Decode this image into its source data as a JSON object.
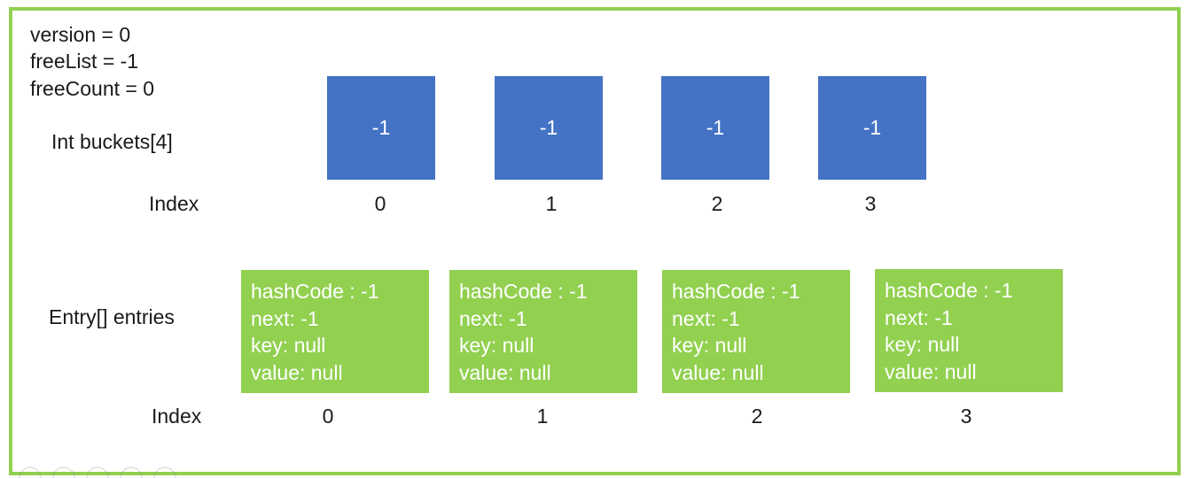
{
  "state": {
    "version": "version = 0",
    "freeList": "freeList = -1",
    "freeCount": "freeCount = 0"
  },
  "buckets": {
    "label": "Int buckets[4]",
    "index_label": "Index",
    "values": [
      "-1",
      "-1",
      "-1",
      "-1"
    ],
    "indices": [
      "0",
      "1",
      "2",
      "3"
    ],
    "color": "#4472c4"
  },
  "entries": {
    "label": "Entry[] entries",
    "index_label": "Index",
    "items": [
      {
        "hashCode": "hashCode : -1",
        "next": "next: -1",
        "key": "key: null",
        "value": "value: null"
      },
      {
        "hashCode": "hashCode : -1",
        "next": "next: -1",
        "key": "key: null",
        "value": "value: null"
      },
      {
        "hashCode": "hashCode : -1",
        "next": "next: -1",
        "key": "key: null",
        "value": "value: null"
      },
      {
        "hashCode": "hashCode : -1",
        "next": "next: -1",
        "key": "key: null",
        "value": "value: null"
      }
    ],
    "indices": [
      "0",
      "1",
      "2",
      "3"
    ],
    "color": "#92d050"
  },
  "frame_color": "#92d050"
}
